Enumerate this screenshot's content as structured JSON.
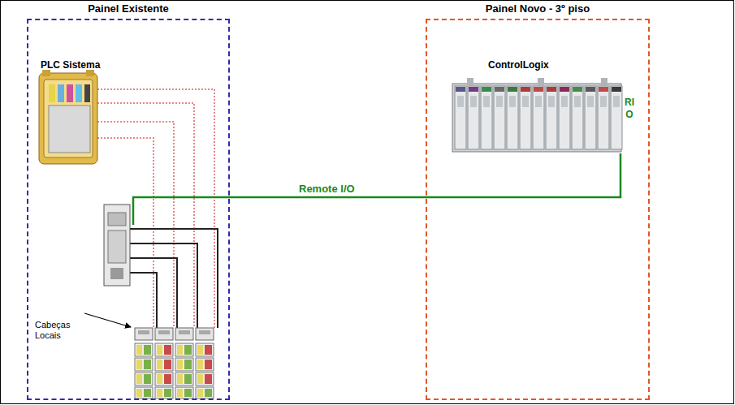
{
  "diagram": {
    "nodes": [
      {
        "text": [
          "Painel Existente"
        ]
      },
      {
        "text": [
          "PLC Sistema"
        ],
        "in": 0
      },
      {
        "text": [
          "Cabeças Locais"
        ],
        "in": 0
      },
      {
        "text": [
          "Painel Novo - 3º piso"
        ]
      },
      {
        "text": [
          "ControlLogix",
          "RIO"
        ],
        "in": 3
      }
    ],
    "edges": [
      {
        "from": 2,
        "to": 4,
        "label": "Remote I/O",
        "arrow": "none"
      }
    ]
  }
}
